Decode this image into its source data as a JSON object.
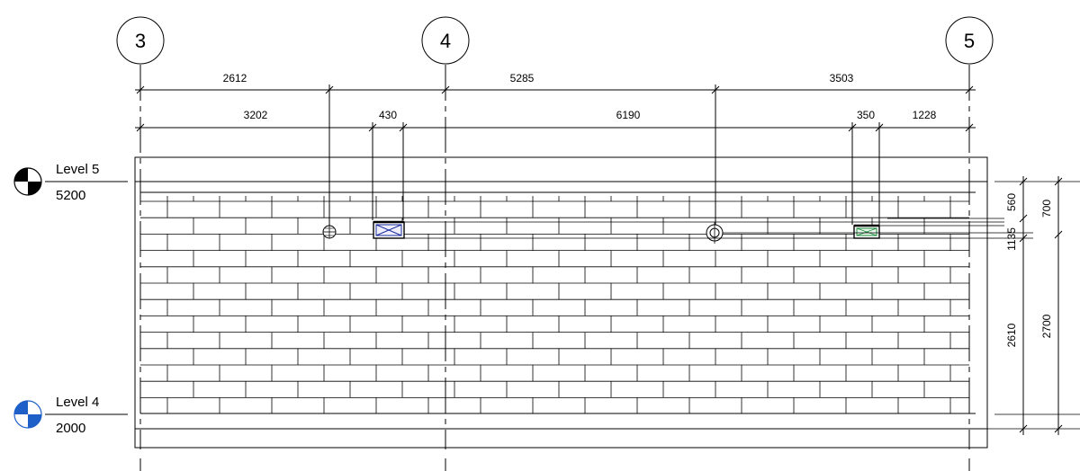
{
  "grids": [
    "3",
    "4",
    "5"
  ],
  "dimensions": {
    "top_row": [
      "2612",
      "5285",
      "3503"
    ],
    "second_row": [
      "3202",
      "430",
      "6190",
      "350",
      "1228"
    ],
    "right_inner": [
      "1135",
      "560",
      "2610"
    ],
    "right_outer": [
      "700",
      "2700"
    ]
  },
  "levels": [
    {
      "name": "Level 5",
      "elevation": "5200",
      "color": "#000000"
    },
    {
      "name": "Level 4",
      "elevation": "2000",
      "color": "#1f5fc8"
    }
  ],
  "colors": {
    "lines": "#000000",
    "level4_marker": "#1f5fc8",
    "light_fixture": "#1a8a3a",
    "blue_box": "#1a2a9a"
  },
  "elements": {
    "wall_pattern": "brick-hatch",
    "fixtures": [
      "outlet-symbol-icon",
      "window-box-icon",
      "outlet-circle-icon",
      "light-fixture-icon"
    ]
  }
}
